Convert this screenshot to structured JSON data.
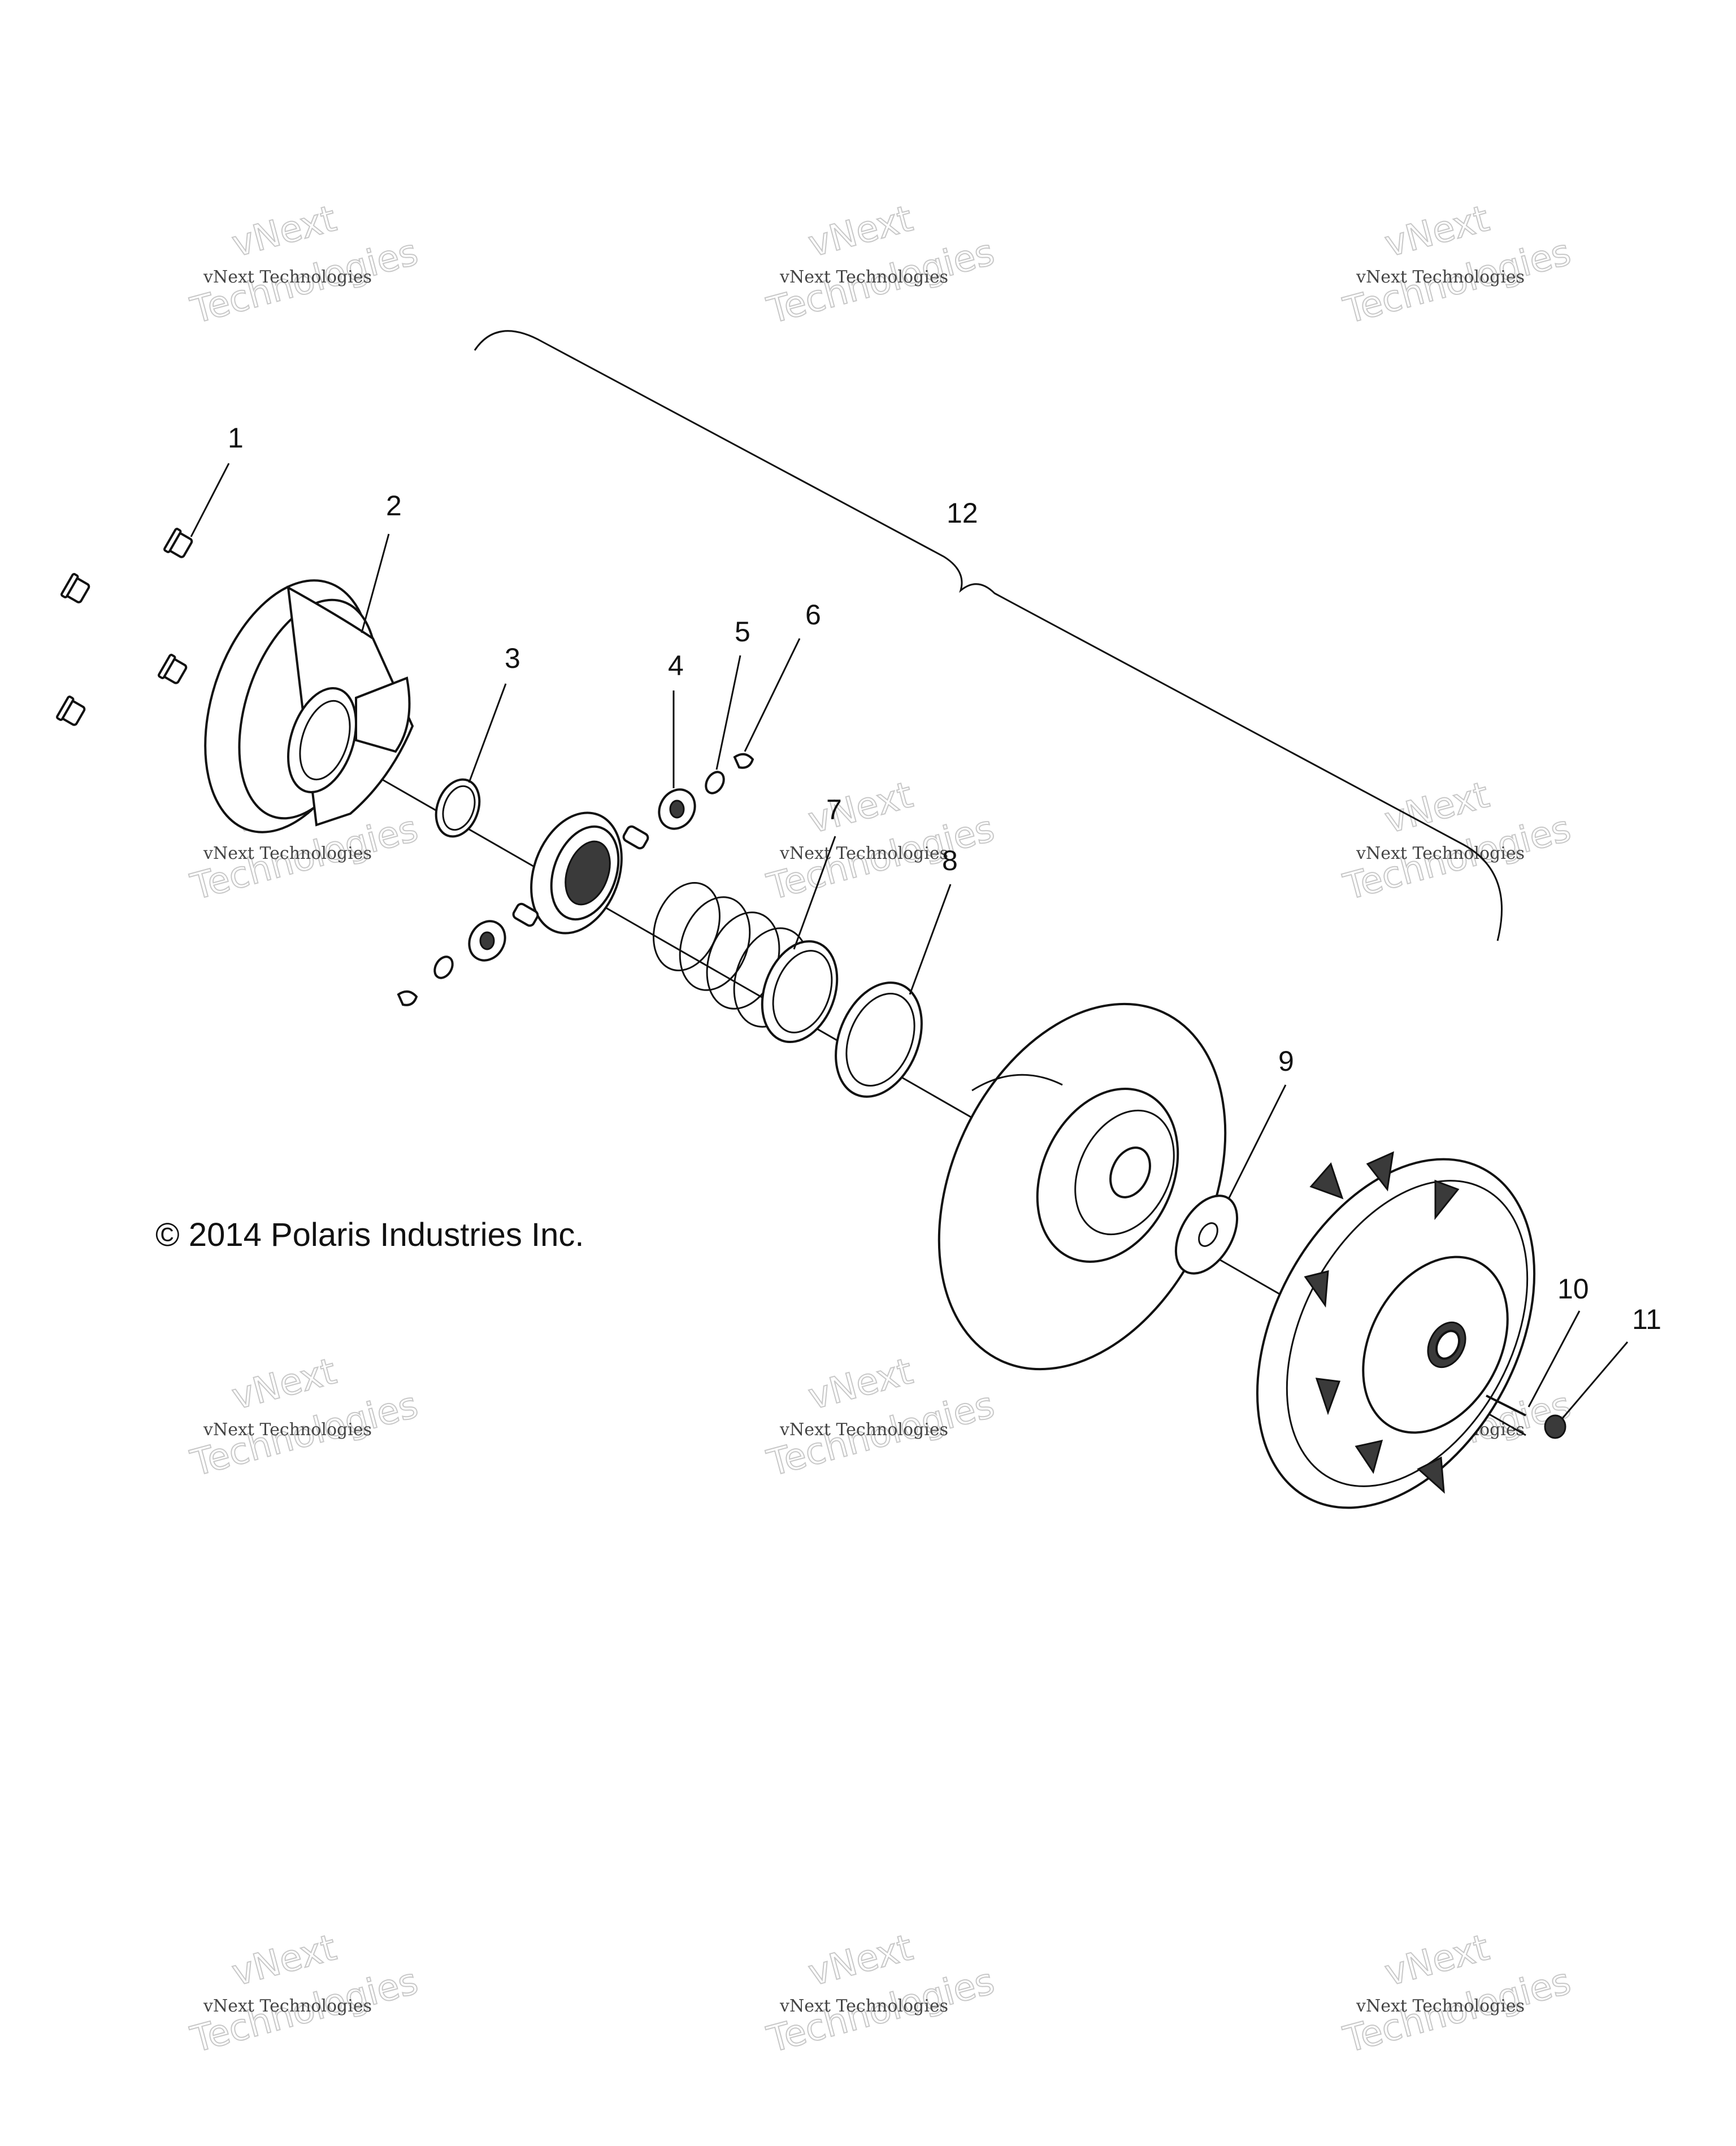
{
  "diagram": {
    "callouts": [
      "1",
      "2",
      "3",
      "4",
      "5",
      "6",
      "7",
      "8",
      "9",
      "10",
      "11",
      "12"
    ],
    "copyright": "© 2014 Polaris Industries Inc.",
    "watermark": {
      "line1": "vNext Technologies",
      "line2": "vNext",
      "line3": "Technologies"
    }
  }
}
